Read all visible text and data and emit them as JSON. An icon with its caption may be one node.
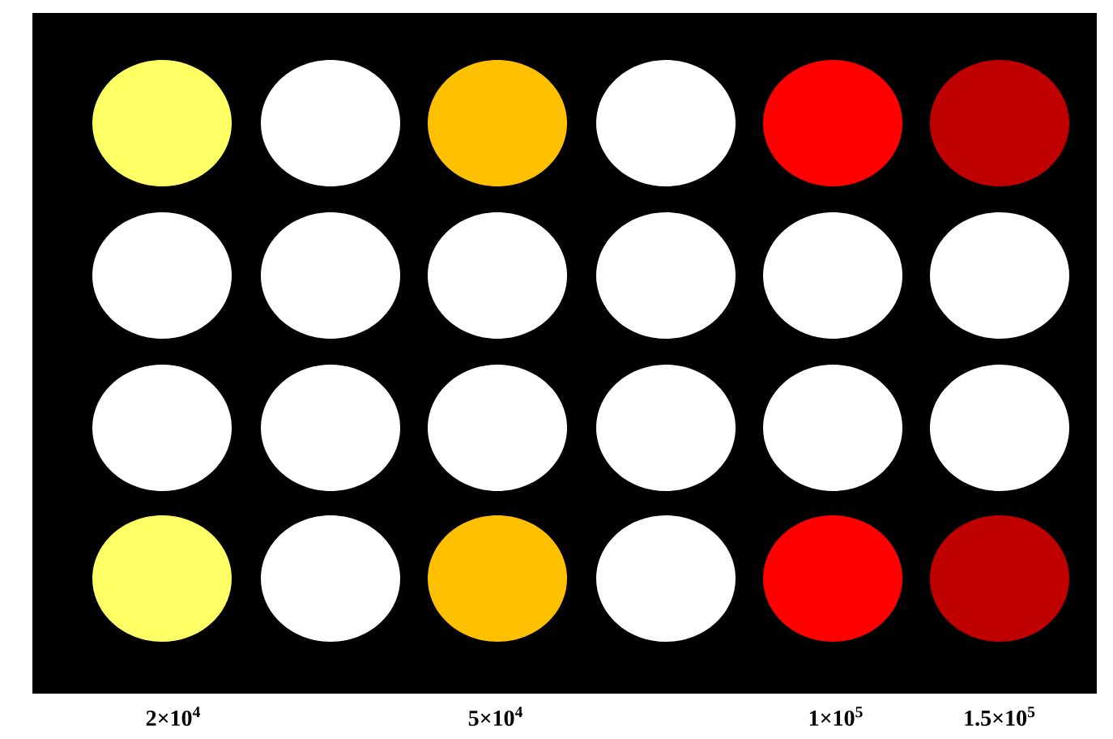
{
  "diagram": {
    "labels": [
      "2×10$^{4}$",
      "5×10$^{4}$",
      "1×10$^{5}$",
      "1.5×10$^{5}$"
    ]
  }
}
